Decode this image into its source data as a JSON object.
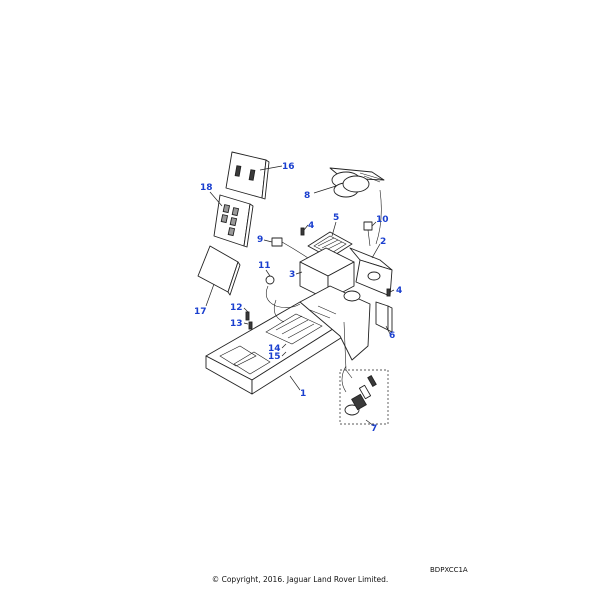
{
  "diagram": {
    "callouts": [
      "1",
      "2",
      "3",
      "4",
      "4",
      "5",
      "6",
      "7",
      "8",
      "9",
      "10",
      "11",
      "12",
      "13",
      "14",
      "15",
      "16",
      "17",
      "18"
    ]
  },
  "footer": {
    "code": "BDPXCC1A",
    "copyright": "© Copyright, 2016. Jaguar Land Rover Limited."
  }
}
